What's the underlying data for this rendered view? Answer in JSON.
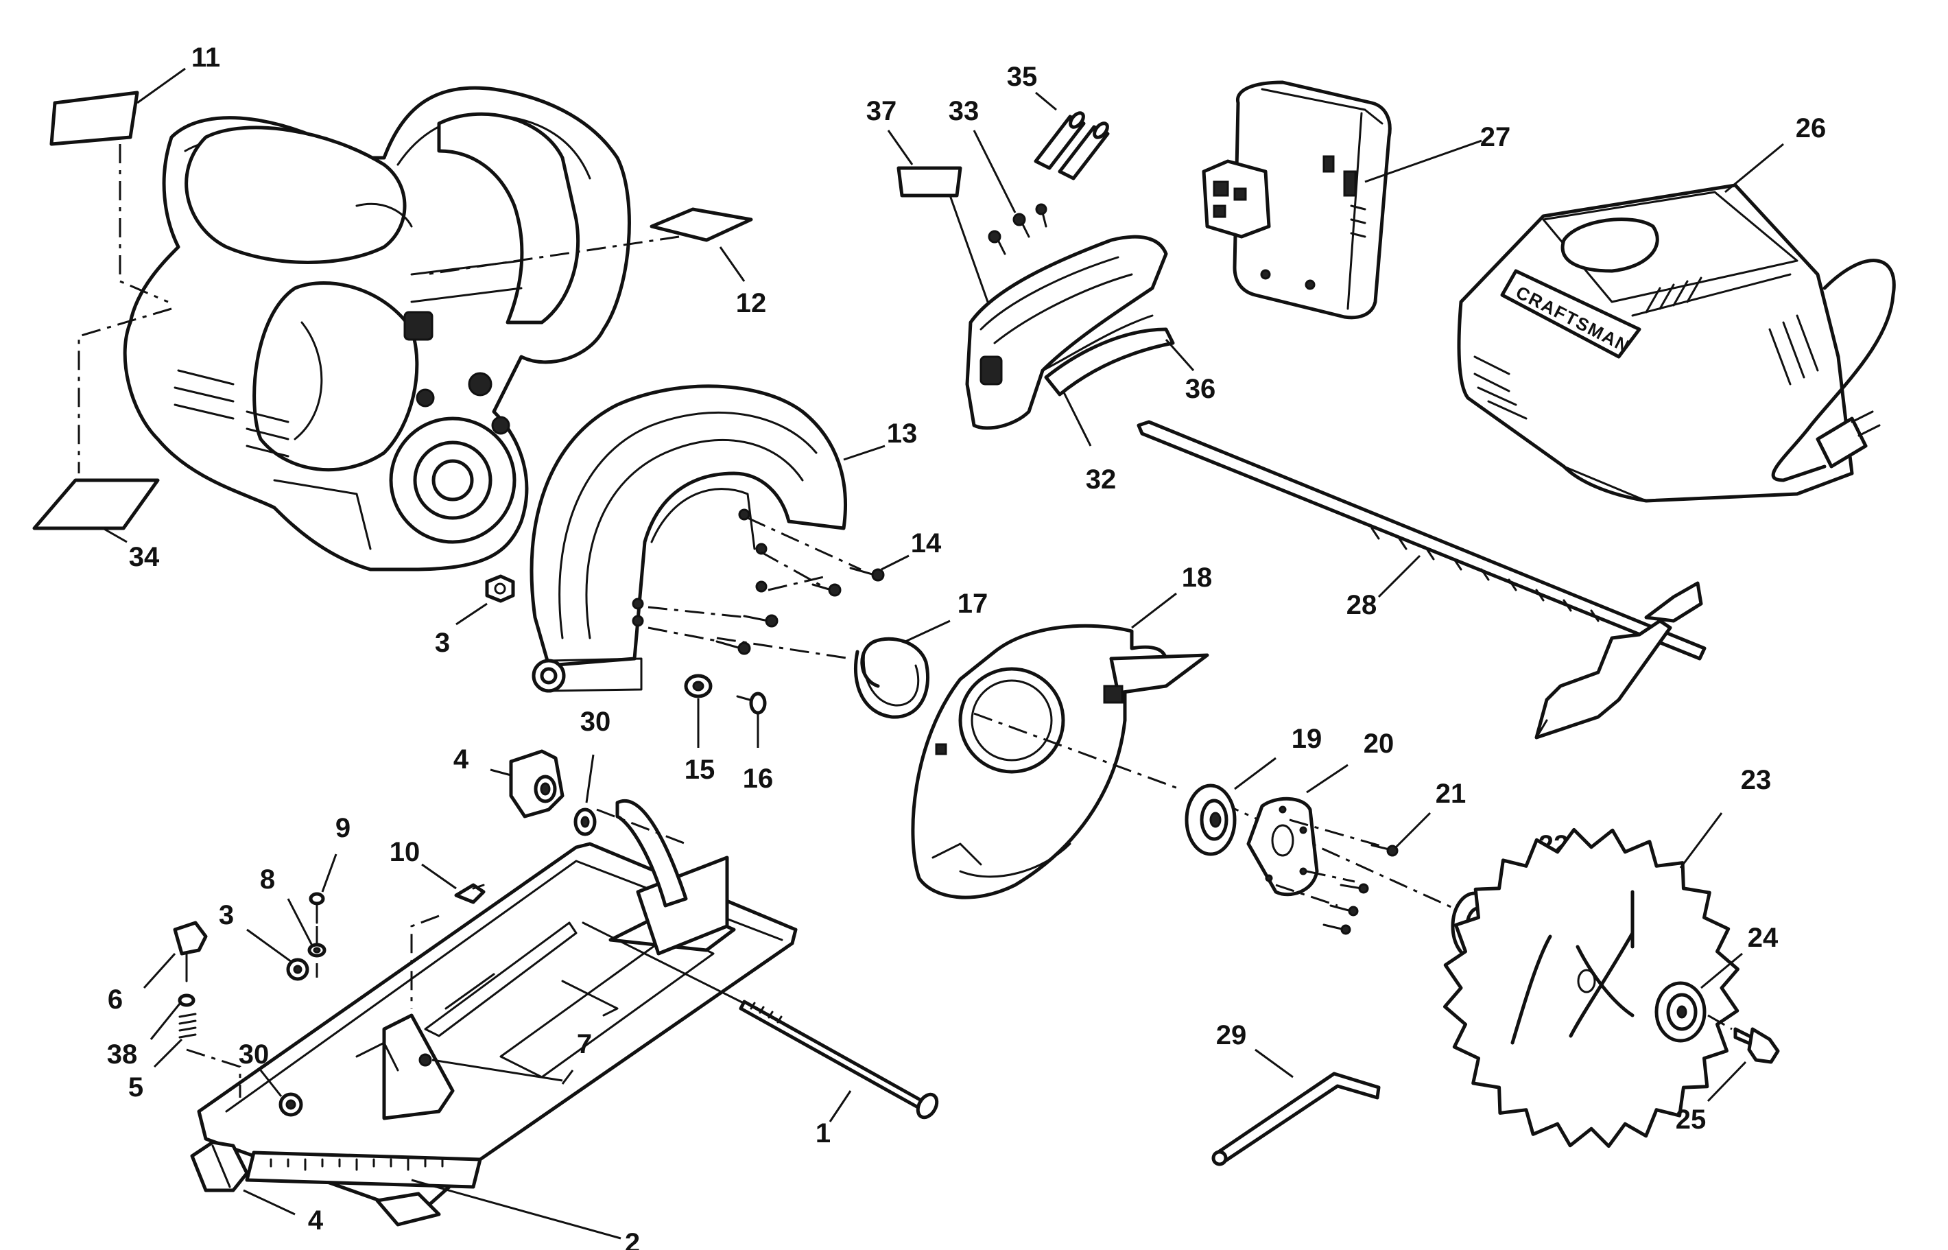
{
  "charger": {
    "brand_text": "CRAFTSMAN"
  },
  "callouts": {
    "p1": "1",
    "p2": "2",
    "p3a": "3",
    "p3b": "3",
    "p4a": "4",
    "p4b": "4",
    "p5": "5",
    "p6": "6",
    "p7": "7",
    "p8": "8",
    "p9": "9",
    "p10": "10",
    "p11": "11",
    "p12": "12",
    "p13": "13",
    "p14": "14",
    "p15": "15",
    "p16": "16",
    "p17": "17",
    "p18": "18",
    "p19": "19",
    "p20": "20",
    "p21": "21",
    "p22": "22",
    "p23": "23",
    "p24": "24",
    "p25": "25",
    "p26": "26",
    "p27": "27",
    "p28": "28",
    "p29": "29",
    "p30a": "30",
    "p30b": "30",
    "p32": "32",
    "p33": "33",
    "p34": "34",
    "p35": "35",
    "p36": "36",
    "p37": "37",
    "p38": "38"
  }
}
